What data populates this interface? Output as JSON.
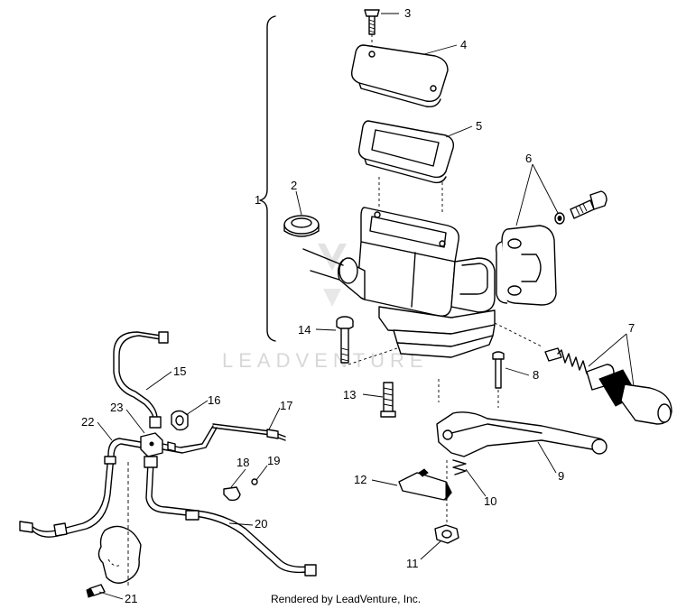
{
  "watermark": "LEADVENTURE",
  "credit": "Rendered by LeadVenture, Inc.",
  "callouts": [
    "1",
    "2",
    "3",
    "4",
    "5",
    "6",
    "7",
    "8",
    "9",
    "10",
    "11",
    "12",
    "13",
    "14",
    "15",
    "16",
    "17",
    "18",
    "19",
    "20",
    "21",
    "22",
    "23"
  ]
}
